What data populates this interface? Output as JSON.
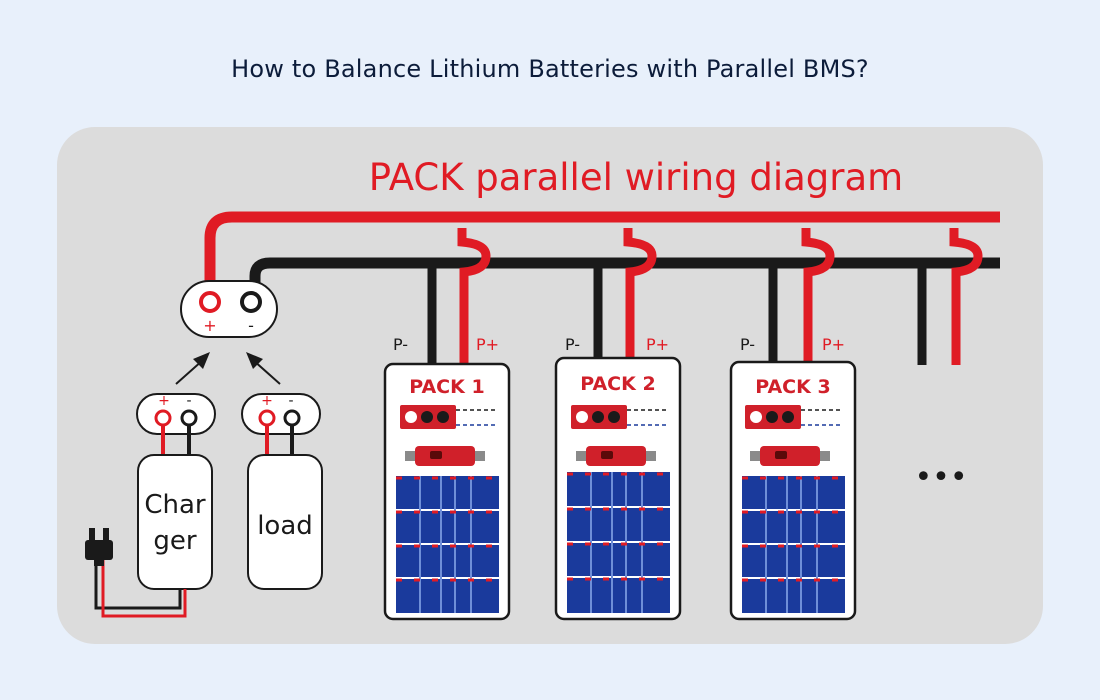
{
  "page": {
    "title": "How to Balance Lithium Batteries with Parallel BMS?"
  },
  "diagram": {
    "heading": "PACK parallel wiring diagram",
    "terminal_block": {
      "plus": "+",
      "minus": "-"
    },
    "charger": {
      "label_line1": "Char",
      "label_line2": "ger",
      "plus": "+",
      "minus": "-"
    },
    "load": {
      "label": "load",
      "plus": "+",
      "minus": "-"
    },
    "packs": [
      {
        "name": "PACK 1",
        "neg_label": "P-",
        "pos_label": "P+"
      },
      {
        "name": "PACK 2",
        "neg_label": "P-",
        "pos_label": "P+"
      },
      {
        "name": "PACK 3",
        "neg_label": "P-",
        "pos_label": "P+"
      }
    ],
    "continuation": "•••"
  },
  "colors": {
    "background": "#e8f0fb",
    "panel": "#dcdcdc",
    "positive_wire": "#e01b24",
    "negative_wire": "#1a1a1a",
    "battery_cell": "#1a3a9c",
    "bms_board": "#d0202a"
  }
}
